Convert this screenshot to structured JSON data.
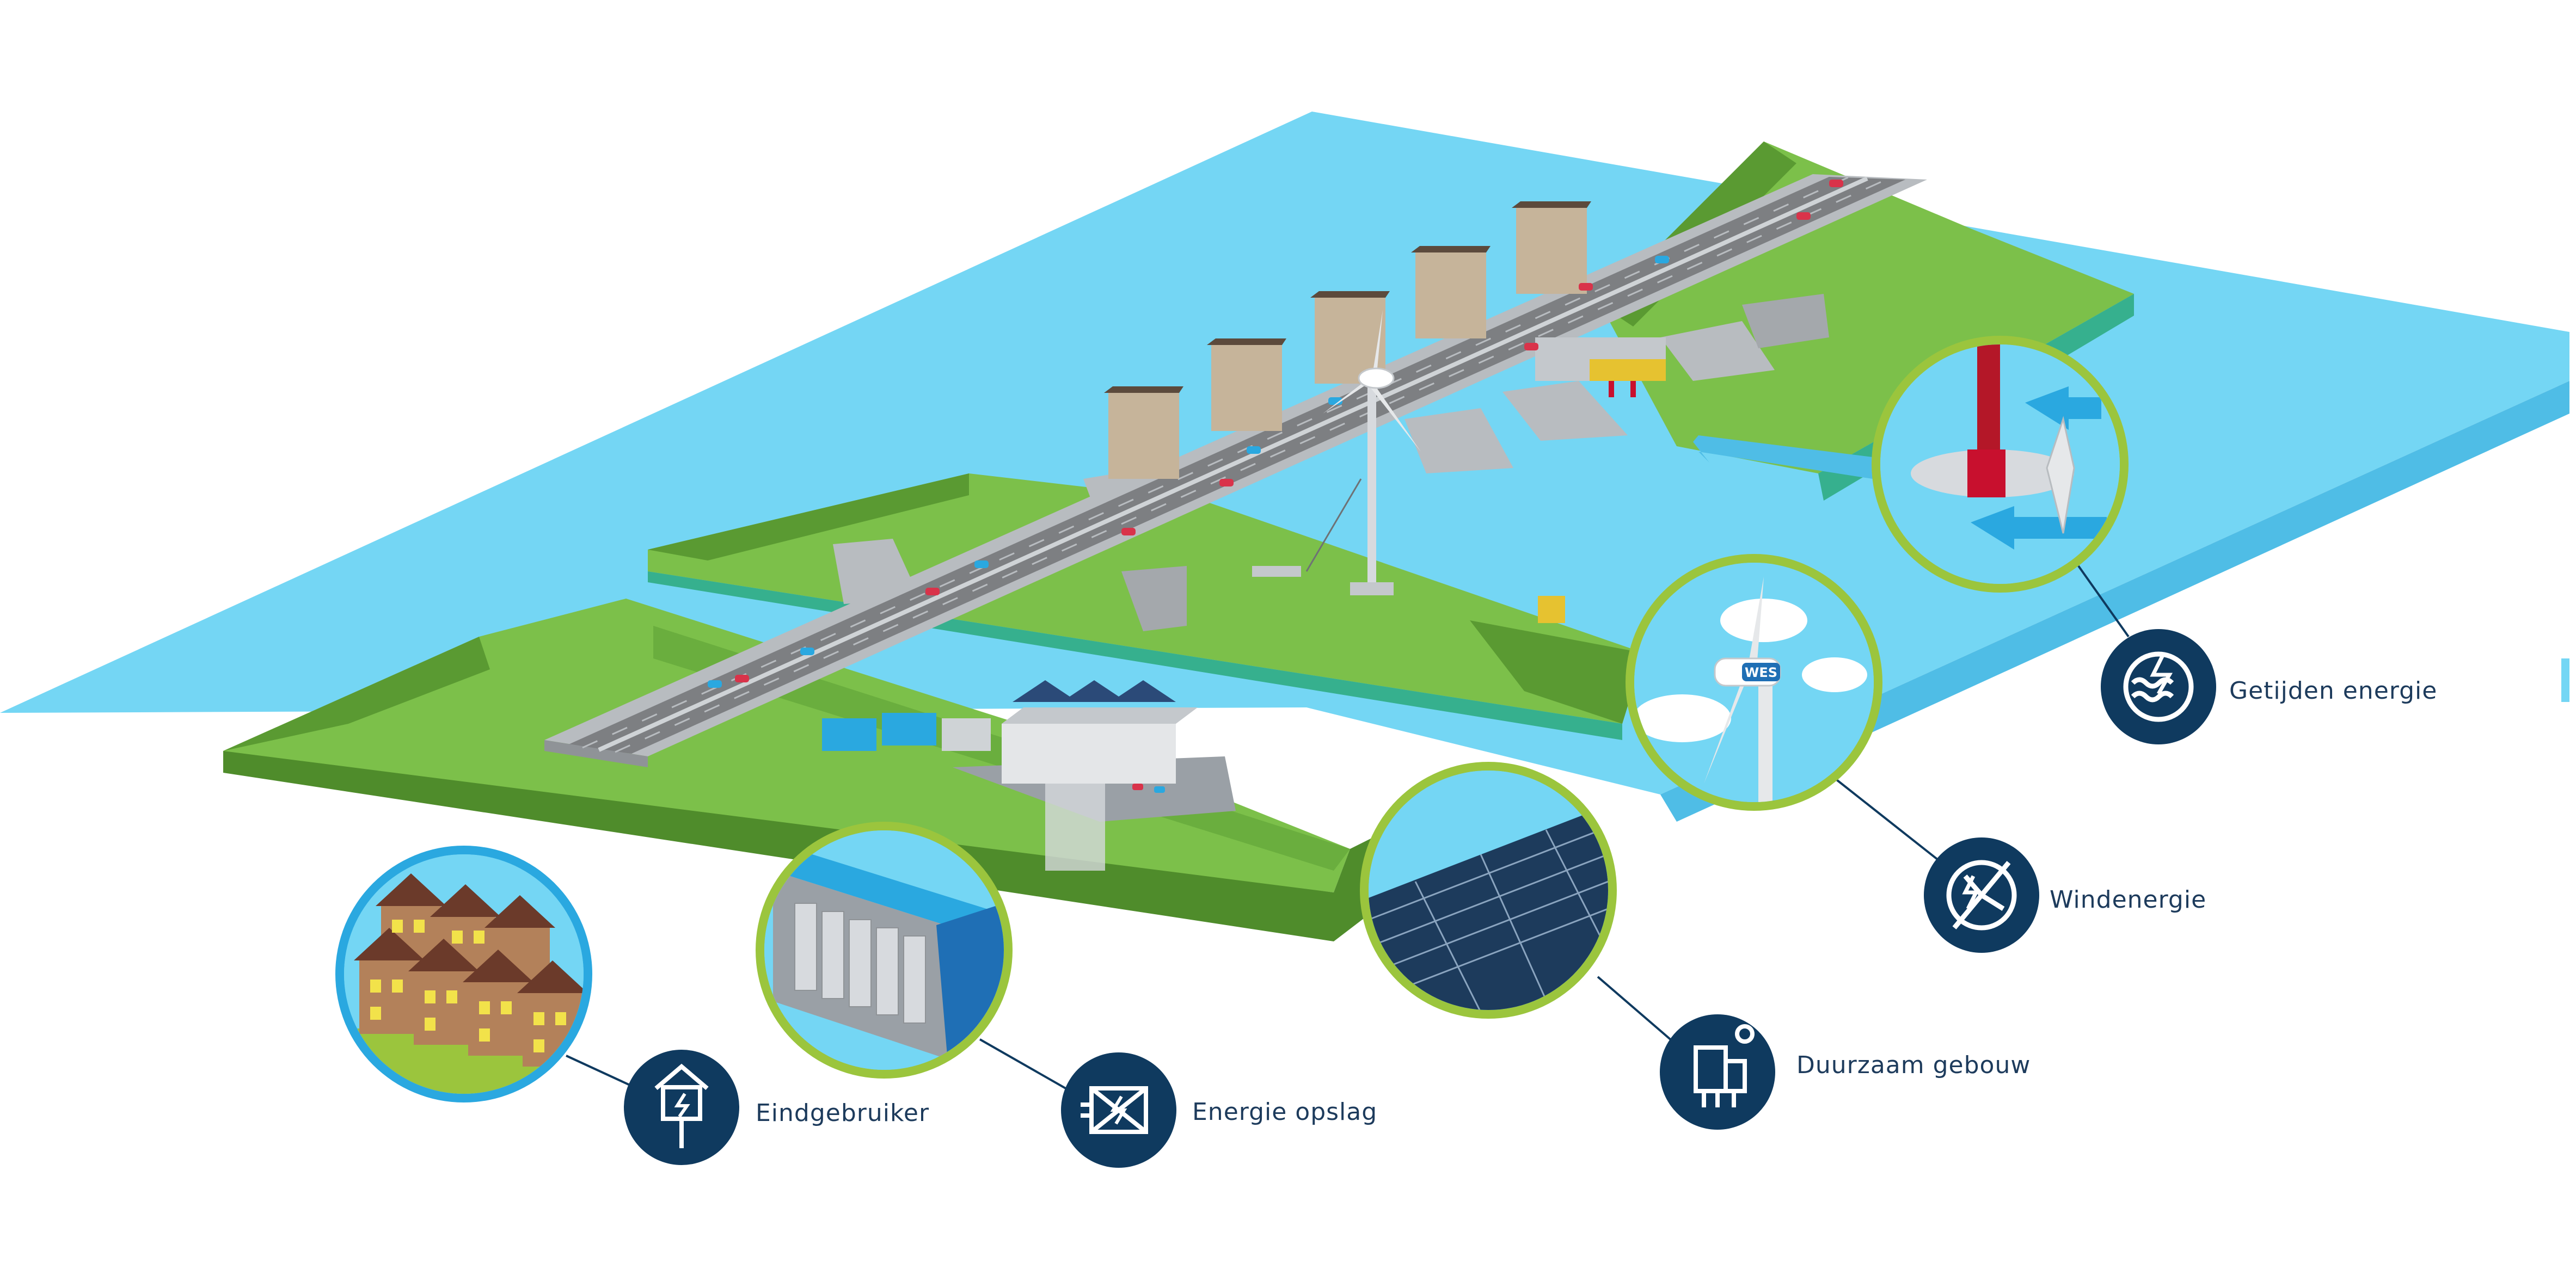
{
  "labels": {
    "tidal": "Getijden energie",
    "wind": "Windenergie",
    "building": "Duurzaam gebouw",
    "storage": "Energie opslag",
    "enduser": "Eindgebruiker",
    "turbine_badge": "WES"
  },
  "icons": {
    "tidal": "tidal-wave-icon",
    "wind": "wind-turbine-icon",
    "building": "sustainable-building-icon",
    "storage": "battery-storage-icon",
    "enduser": "house-plug-icon"
  },
  "colors": {
    "water": "#74d6f4",
    "water_side": "#4fbde6",
    "grass_top": "#7cc04a",
    "grass_side": "#4f8c2b",
    "dike": "#5a9a32",
    "concrete": "#b8bcc0",
    "road": "#7d7f82",
    "tower": "#c6b49a",
    "roof": "#5c4a3c",
    "navy": "#0f3a5f",
    "ring_green": "#9bc53d",
    "ring_blue": "#2aa8e0",
    "label_text": "#1d3b5c"
  }
}
